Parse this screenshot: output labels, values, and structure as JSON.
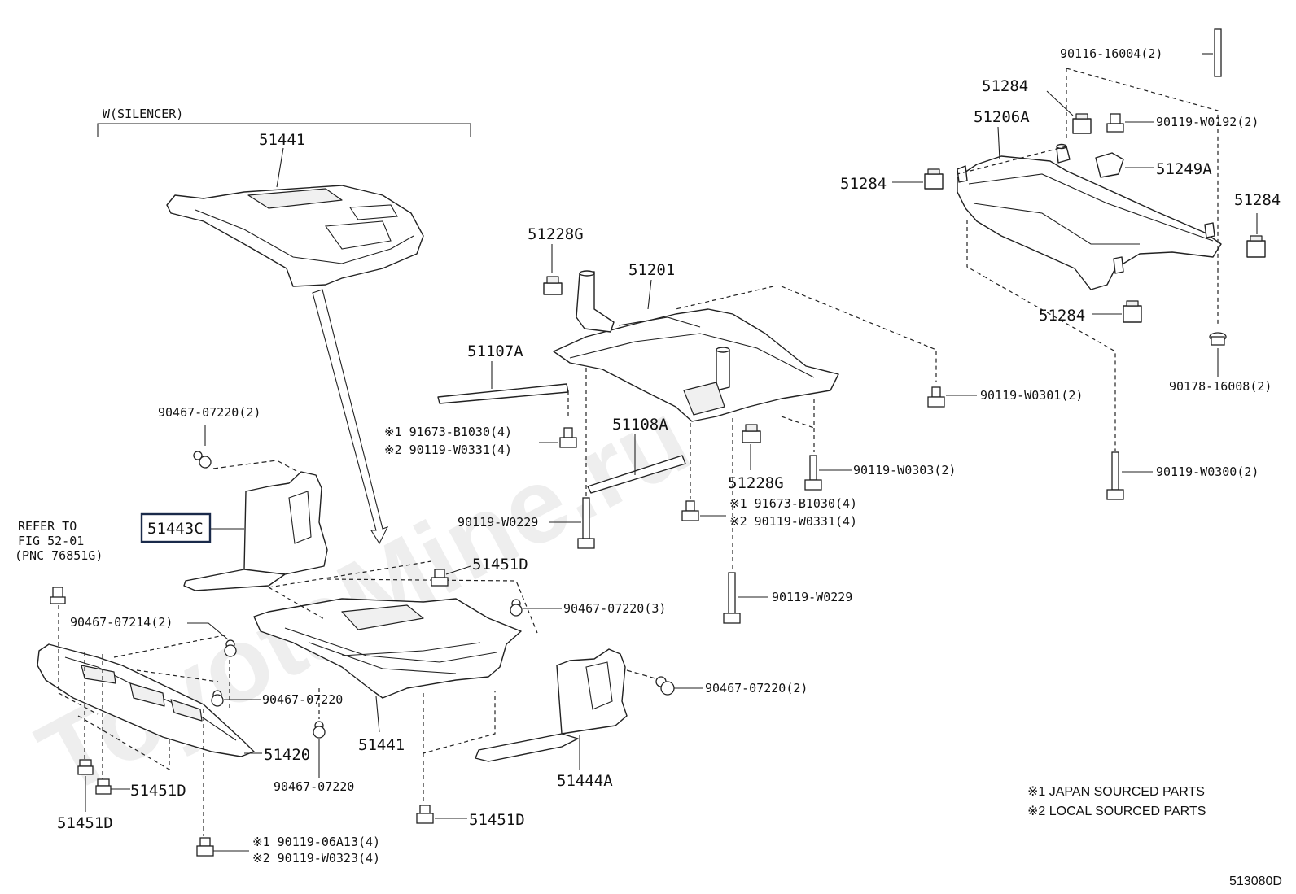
{
  "watermark": "ToyotaMine.ru",
  "diagram_code": "513080D",
  "group_label": "W(SILENCER)",
  "highlighted_part": "51443C",
  "notes": {
    "note1": "※1 JAPAN SOURCED PARTS",
    "note2": "※2 LOCAL SOURCED PARTS"
  },
  "refer": {
    "line1": "REFER TO",
    "line2": "FIG 52-01",
    "line3": "(PNC 76851G)"
  },
  "labels": {
    "p51441_top": "51441",
    "p51228G_top": "51228G",
    "p51201": "51201",
    "p51107A": "51107A",
    "p51108A": "51108A",
    "p51228G_bot": "51228G",
    "p51284_top": "51284",
    "p51206A": "51206A",
    "p51284_left": "51284",
    "p51249A": "51249A",
    "p51284_right": "51284",
    "p51284_bot": "51284",
    "b90116": "90116-16004(2)",
    "b90119_W0192": "90119-W0192(2)",
    "b90178": "90178-16008(2)",
    "b90119_W0301": "90119-W0301(2)",
    "b90119_W0303": "90119-W0303(2)",
    "b90119_W0300": "90119-W0300(2)",
    "b91673_a": "※1 91673-B1030(4)",
    "b90119_W0331_a": "※2 90119-W0331(4)",
    "b91673_b": "※1 91673-B1030(4)",
    "b90119_W0331_b": "※2 90119-W0331(4)",
    "b90119_W0229_a": "90119-W0229",
    "b90119_W0229_b": "90119-W0229",
    "c90467_07220_2a": "90467-07220(2)",
    "c90467_07220_3": "90467-07220(3)",
    "c90467_07220_2b": "90467-07220(2)",
    "c90467_07214": "90467-07214(2)",
    "c90467_07220_a": "90467-07220",
    "c90467_07220_b": "90467-07220",
    "p51451D_a": "51451D",
    "p51451D_b": "51451D",
    "p51451D_c": "51451D",
    "p51451D_d": "51451D",
    "p51420": "51420",
    "p51441_bot": "51441",
    "p51444A": "51444A",
    "b90119_06A13": "※1 90119-06A13(4)",
    "b90119_W0323": "※2 90119-W0323(4)"
  }
}
